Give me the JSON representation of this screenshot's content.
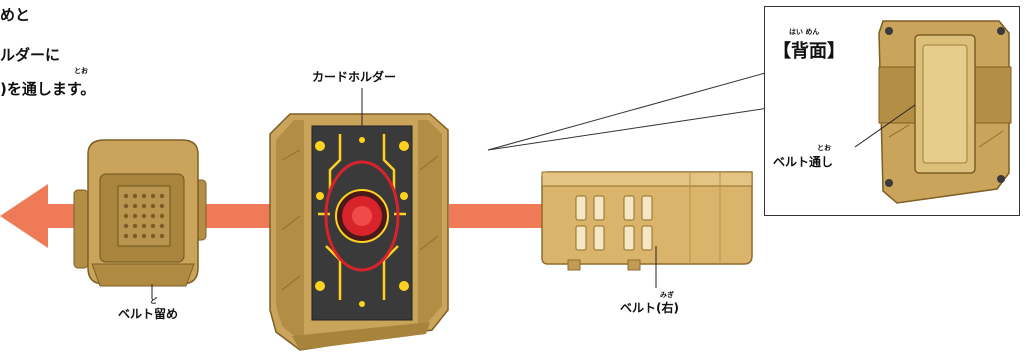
{
  "instructions": {
    "line1": "めと",
    "line2": "ルダーに",
    "line3": ")を通します。",
    "ruby_line3": "とお"
  },
  "labels": {
    "card_holder": "カードホルダー",
    "belt_clip": "ベルト留め",
    "belt_clip_ruby": "ど",
    "belt_right": "ベルト(右)",
    "belt_right_ruby": "みぎ",
    "back_title": "【背面】",
    "back_title_ruby": "はい めん",
    "belt_loop": "ベルト通し",
    "belt_loop_ruby": "とお"
  },
  "colors": {
    "gold": "#c9a45a",
    "gold_dark": "#8f6d2c",
    "gold_light": "#e7cd8c",
    "arrow": "#ee7a58",
    "red": "#d8232a",
    "circuit": "#ffd21f"
  }
}
